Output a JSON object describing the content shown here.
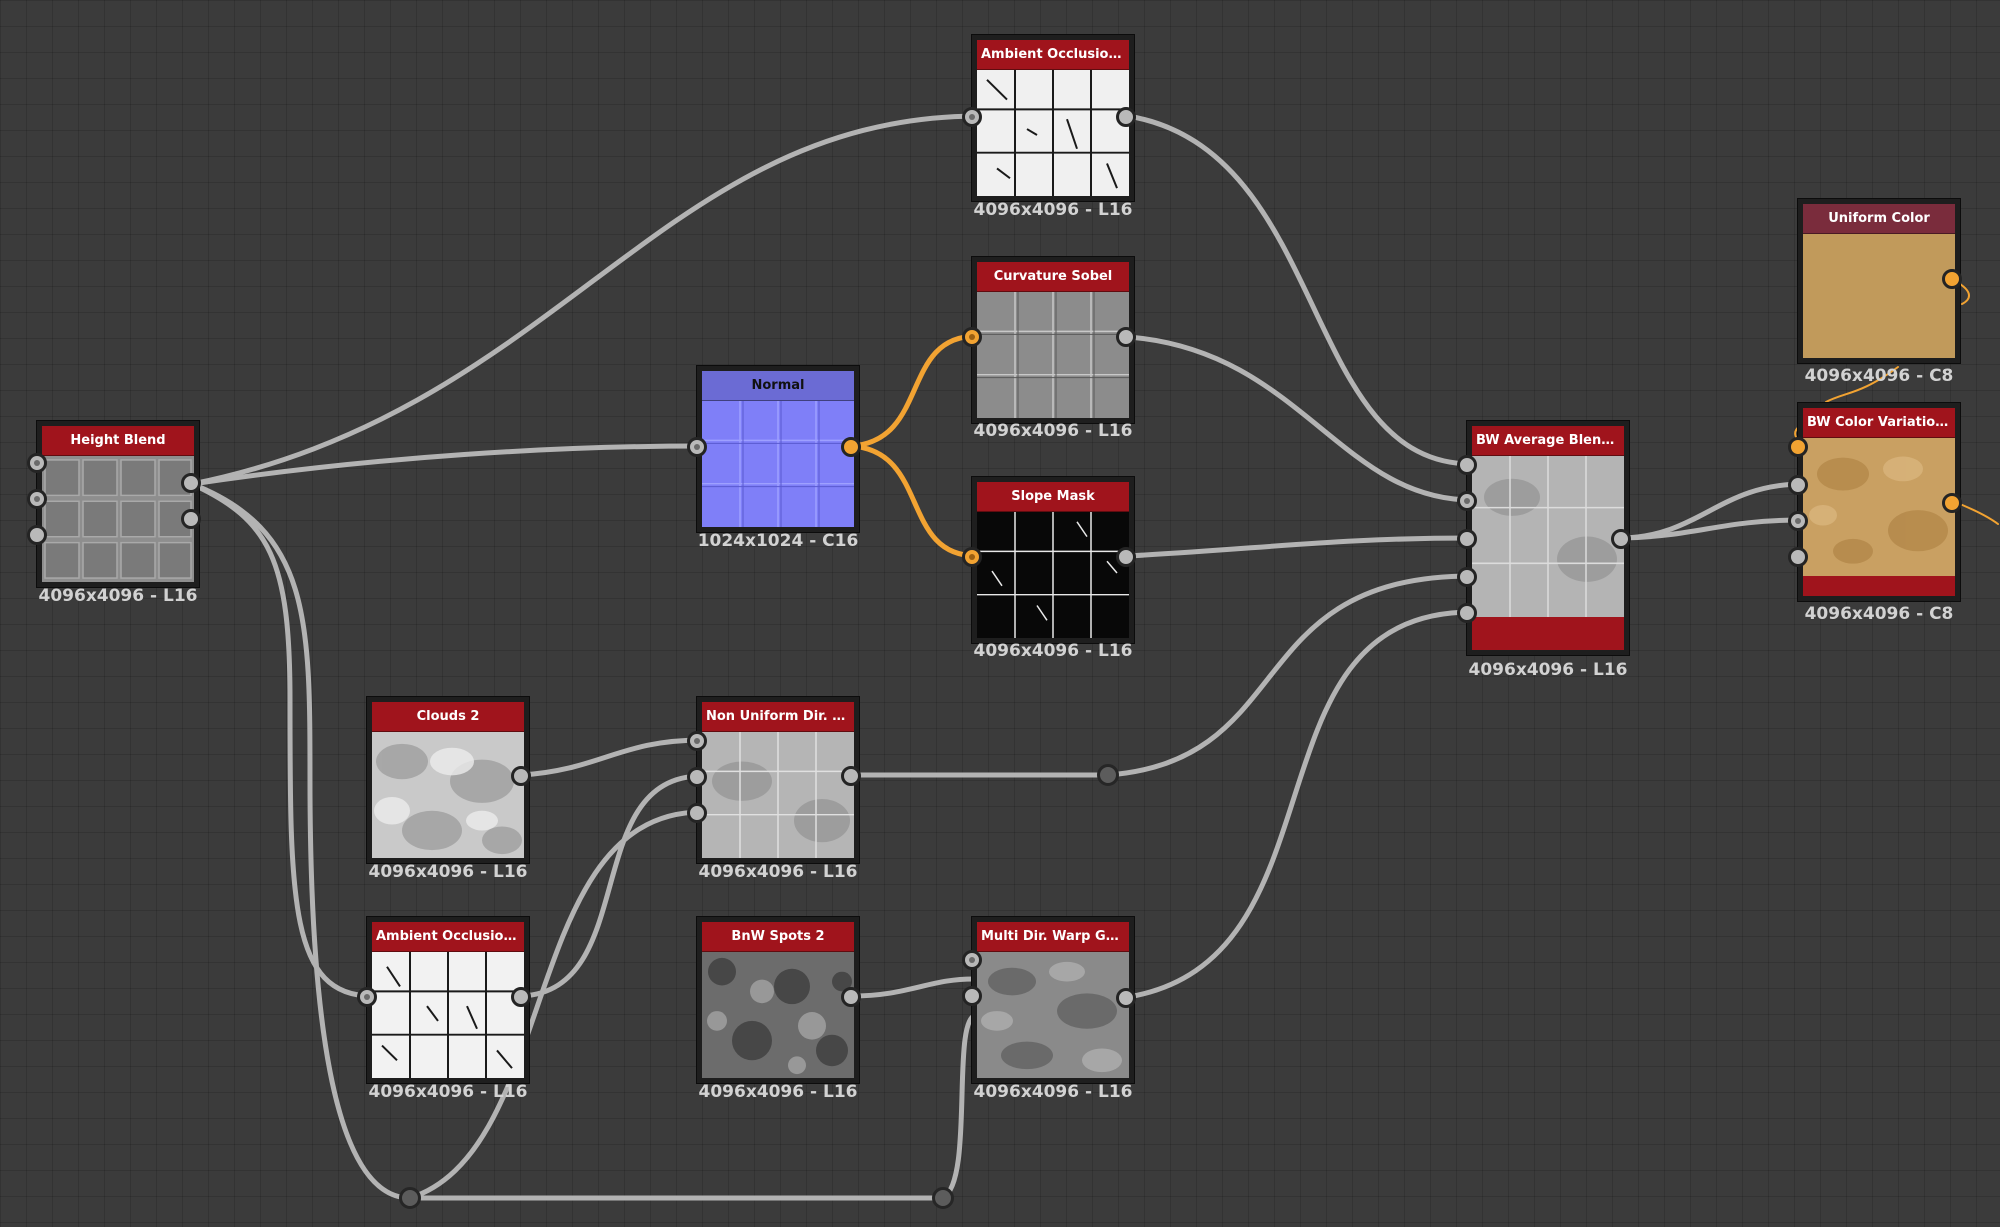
{
  "colors": {
    "title_red": "#a0141c",
    "title_blue": "#6b6bd4",
    "title_dusty": "#7a2c3c",
    "wire_gray": "#b3b3b3",
    "wire_orange": "#f2a332",
    "uniform_color": "#c19a5b"
  },
  "nodes": [
    {
      "name": "height-blend",
      "title": "Height Blend",
      "resolution": "4096x4096 - L16"
    },
    {
      "name": "ambient-occlusion-top",
      "title": "Ambient Occlusion (HB...",
      "resolution": "4096x4096 - L16"
    },
    {
      "name": "curvature-sobel",
      "title": "Curvature Sobel",
      "resolution": "4096x4096 - L16"
    },
    {
      "name": "normal",
      "title": "Normal",
      "resolution": "1024x1024 - C16"
    },
    {
      "name": "slope-mask",
      "title": "Slope Mask",
      "resolution": "4096x4096 - L16"
    },
    {
      "name": "clouds-2",
      "title": "Clouds 2",
      "resolution": "4096x4096 - L16"
    },
    {
      "name": "non-uniform-dir-warp",
      "title": "Non Uniform Dir. Warp...",
      "resolution": "4096x4096 - L16"
    },
    {
      "name": "ambient-occlusion-bottom",
      "title": "Ambient Occlusion (HB...",
      "resolution": "4096x4096 - L16"
    },
    {
      "name": "bnw-spots-2",
      "title": "BnW Spots 2",
      "resolution": "4096x4096 - L16"
    },
    {
      "name": "multi-dir-warp-grayscale",
      "title": "Multi Dir. Warp Graysc...",
      "resolution": "4096x4096 - L16"
    },
    {
      "name": "bw-average-blending",
      "title": "BW Average Blending",
      "resolution": "4096x4096 - L16"
    },
    {
      "name": "uniform-color",
      "title": "Uniform Color",
      "resolution": "4096x4096 - C8"
    },
    {
      "name": "bw-color-variation",
      "title": "BW Color Variation Co...",
      "resolution": "4096x4096 - C8"
    }
  ]
}
